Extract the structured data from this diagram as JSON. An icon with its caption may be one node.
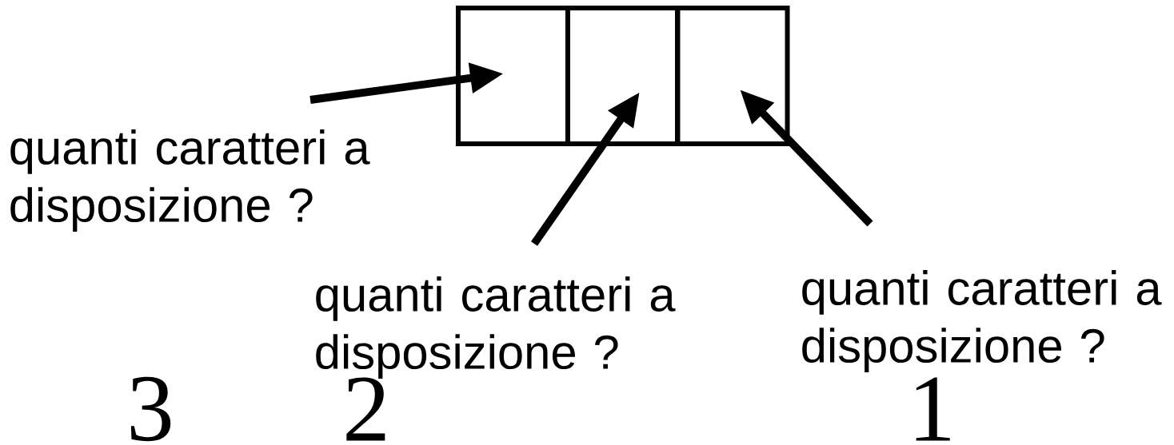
{
  "diagram": {
    "nodes": [
      {
        "text": [],
        "shape": "box"
      },
      {
        "text": [],
        "shape": "box"
      },
      {
        "text": [],
        "shape": "box"
      },
      {
        "text": [
          "quanti caratteri a disposizione ?"
        ]
      },
      {
        "text": [
          "quanti caratteri a disposizione ?"
        ]
      },
      {
        "text": [
          "quanti caratteri a disposizione ?"
        ]
      }
    ],
    "edges": [
      {
        "from": 3,
        "to": 0,
        "arrow": "to"
      },
      {
        "from": 4,
        "to": 1,
        "arrow": "to"
      },
      {
        "from": 5,
        "to": 2,
        "arrow": "to"
      }
    ],
    "labels": [
      "3",
      "2",
      "1"
    ]
  }
}
